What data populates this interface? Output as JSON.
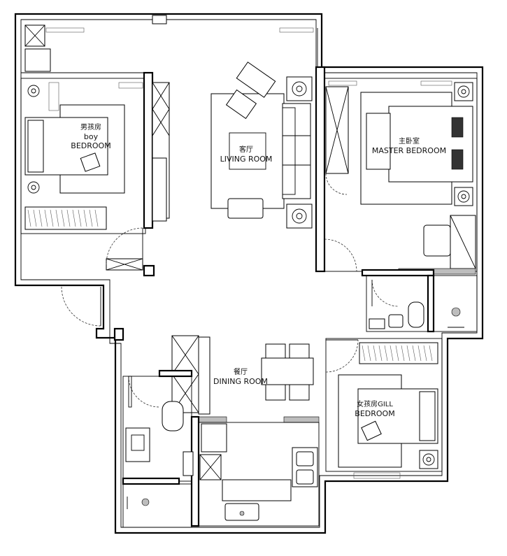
{
  "rooms": {
    "boy_bedroom": {
      "cn": "男孩房",
      "line1": "boy",
      "line2": "BEDROOM"
    },
    "living_room": {
      "cn": "客厅",
      "en": "LIVING ROOM"
    },
    "master_bedroom": {
      "cn": "主卧室",
      "en": "MASTER BEDROOM"
    },
    "dining_room": {
      "cn": "餐厅",
      "en": "DINING ROOM"
    },
    "girl_bedroom": {
      "cn": "女孩房GILL",
      "en": "BEDROOM"
    }
  },
  "colors": {
    "wall": "#000000",
    "background": "#ffffff",
    "accent_gray": "#999999"
  }
}
